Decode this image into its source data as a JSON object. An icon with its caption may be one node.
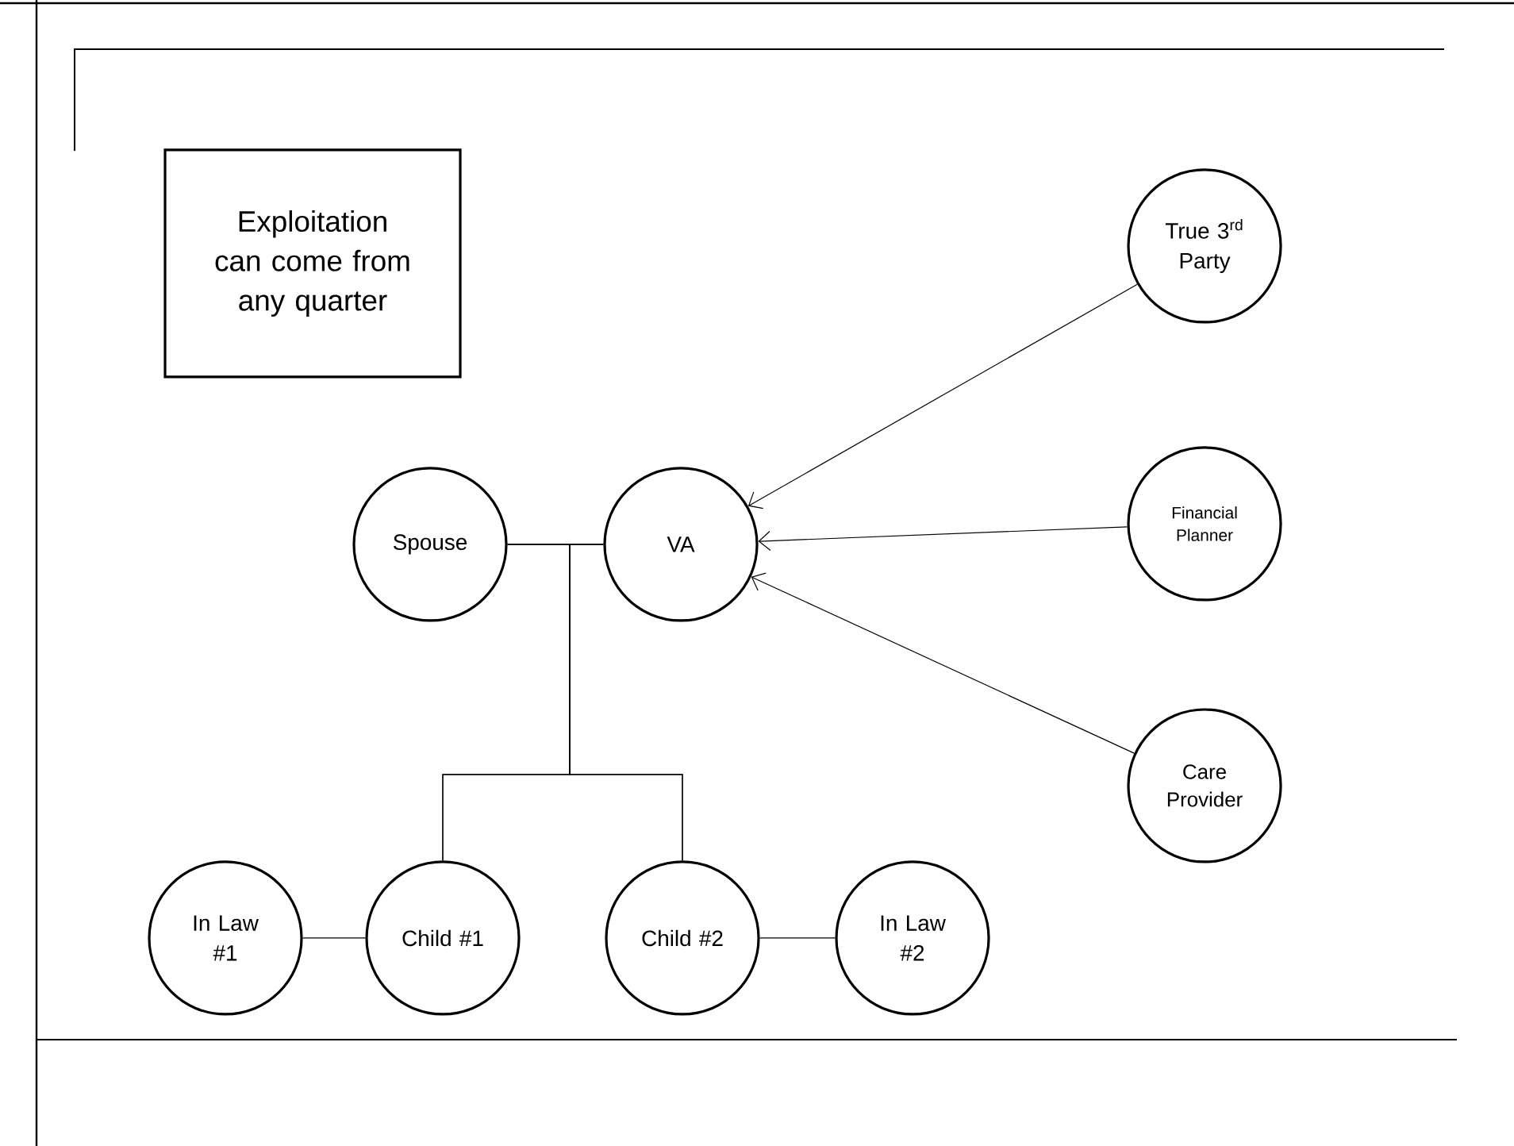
{
  "diagram": {
    "nodes": [
      {
        "text": [
          "Exploitation can come from any quarter"
        ]
      },
      {
        "text": [
          "Spouse"
        ]
      },
      {
        "text": [
          "VA"
        ]
      },
      {
        "text": [
          "True 3$^{rd}$ Party"
        ]
      },
      {
        "text": [
          "Financial Planner"
        ]
      },
      {
        "text": [
          "Care Provider"
        ]
      },
      {
        "text": [
          "In Law #1"
        ]
      },
      {
        "text": [
          "Child #1"
        ]
      },
      {
        "text": [
          "Child #2"
        ]
      },
      {
        "text": [
          "In Law #2"
        ]
      }
    ],
    "edges": [
      {
        "from": 1,
        "to": 2,
        "arrow": "none"
      },
      {
        "from": 1,
        "to": 7,
        "arrow": "none"
      },
      {
        "from": 1,
        "to": 8,
        "arrow": "none"
      },
      {
        "from": 2,
        "to": 7,
        "arrow": "none"
      },
      {
        "from": 2,
        "to": 8,
        "arrow": "none"
      },
      {
        "from": 6,
        "to": 7,
        "arrow": "none"
      },
      {
        "from": 8,
        "to": 9,
        "arrow": "none"
      },
      {
        "from": 3,
        "to": 2,
        "arrow": "to"
      },
      {
        "from": 4,
        "to": 2,
        "arrow": "to"
      },
      {
        "from": 5,
        "to": 2,
        "arrow": "to"
      }
    ]
  }
}
